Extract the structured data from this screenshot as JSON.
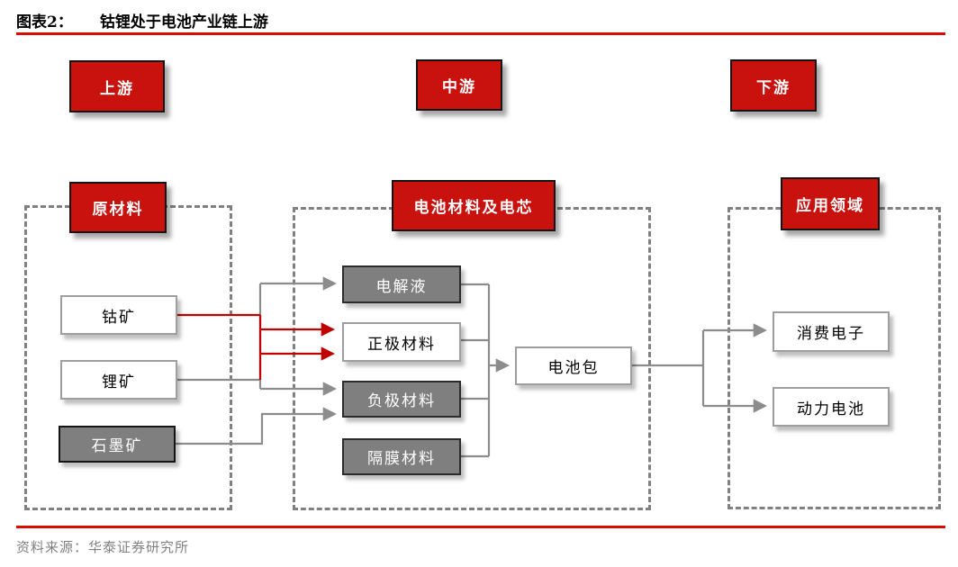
{
  "figure": {
    "caption_label": "图表2：",
    "caption_title": "钴锂处于电池产业链上游",
    "source": "资料来源：华泰证券研究所"
  },
  "stages": [
    {
      "label": "上游"
    },
    {
      "label": "中游"
    },
    {
      "label": "下游"
    }
  ],
  "sections": [
    {
      "header": "原材料",
      "items": [
        {
          "label": "钴矿",
          "style": "white"
        },
        {
          "label": "锂矿",
          "style": "white"
        },
        {
          "label": "石墨矿",
          "style": "gray"
        }
      ]
    },
    {
      "header": "电池材料及电芯",
      "items": [
        {
          "label": "电解液",
          "style": "gray"
        },
        {
          "label": "正极材料",
          "style": "white"
        },
        {
          "label": "负极材料",
          "style": "gray"
        },
        {
          "label": "隔膜材料",
          "style": "gray"
        },
        {
          "label": "电池包",
          "style": "white"
        }
      ]
    },
    {
      "header": "应用领域",
      "items": [
        {
          "label": "消费电子",
          "style": "white"
        },
        {
          "label": "动力电池",
          "style": "white"
        }
      ]
    }
  ],
  "edges": [
    {
      "from": "钴矿",
      "to": "正极材料",
      "color": "red"
    },
    {
      "from": "锂矿",
      "to": "正极材料",
      "color": "red"
    },
    {
      "from": "钴矿+锂矿",
      "to": "电解液",
      "color": "gray"
    },
    {
      "from": "钴矿+锂矿",
      "to": "负极材料",
      "color": "gray"
    },
    {
      "from": "石墨矿",
      "to": "负极材料",
      "color": "gray"
    },
    {
      "from": "电解液",
      "to": "电池包",
      "color": "gray"
    },
    {
      "from": "正极材料",
      "to": "电池包",
      "color": "gray"
    },
    {
      "from": "负极材料",
      "to": "电池包",
      "color": "gray"
    },
    {
      "from": "隔膜材料",
      "to": "电池包",
      "color": "gray"
    },
    {
      "from": "电池包",
      "to": "消费电子",
      "color": "gray"
    },
    {
      "from": "电池包",
      "to": "动力电池",
      "color": "gray"
    }
  ],
  "colors": {
    "box_red": "#c9110e",
    "rule_red": "#d90d00",
    "line_red": "#c00000",
    "gray_fill": "#7f7f7f",
    "line_gray": "#8c8c8c",
    "dash_gray": "#808080"
  }
}
